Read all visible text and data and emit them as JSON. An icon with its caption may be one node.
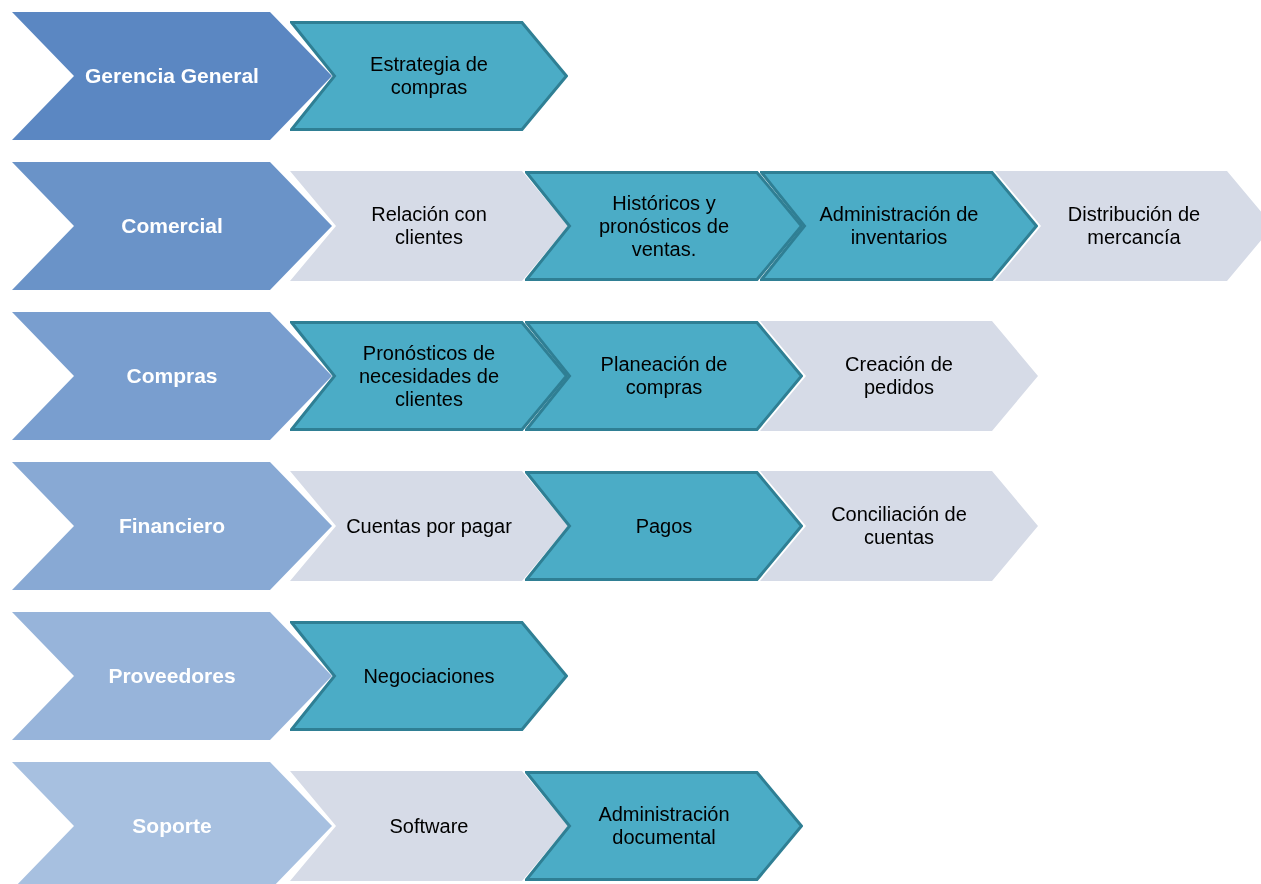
{
  "diagram": {
    "nodes": [
      {
        "text": [
          "Gerencia General"
        ]
      },
      {
        "text": [
          "Estrategia de compras"
        ]
      },
      {
        "text": [
          "Comercial"
        ]
      },
      {
        "text": [
          "Relación con clientes"
        ]
      },
      {
        "text": [
          "Históricos y pronósticos de ventas."
        ]
      },
      {
        "text": [
          "Administración de inventarios"
        ]
      },
      {
        "text": [
          "Distribución de mercancía"
        ]
      },
      {
        "text": [
          "Compras"
        ]
      },
      {
        "text": [
          "Pronósticos de necesidades de clientes"
        ]
      },
      {
        "text": [
          "Planeación de compras"
        ]
      },
      {
        "text": [
          "Creación de pedidos"
        ]
      },
      {
        "text": [
          "Financiero"
        ]
      },
      {
        "text": [
          "Cuentas por pagar"
        ]
      },
      {
        "text": [
          "Pagos"
        ]
      },
      {
        "text": [
          "Conciliación de cuentas"
        ]
      },
      {
        "text": [
          "Proveedores"
        ]
      },
      {
        "text": [
          "Negociaciones"
        ]
      },
      {
        "text": [
          "Soporte"
        ]
      },
      {
        "text": [
          "Software"
        ]
      },
      {
        "text": [
          "Administración documental"
        ]
      }
    ],
    "edges": []
  }
}
